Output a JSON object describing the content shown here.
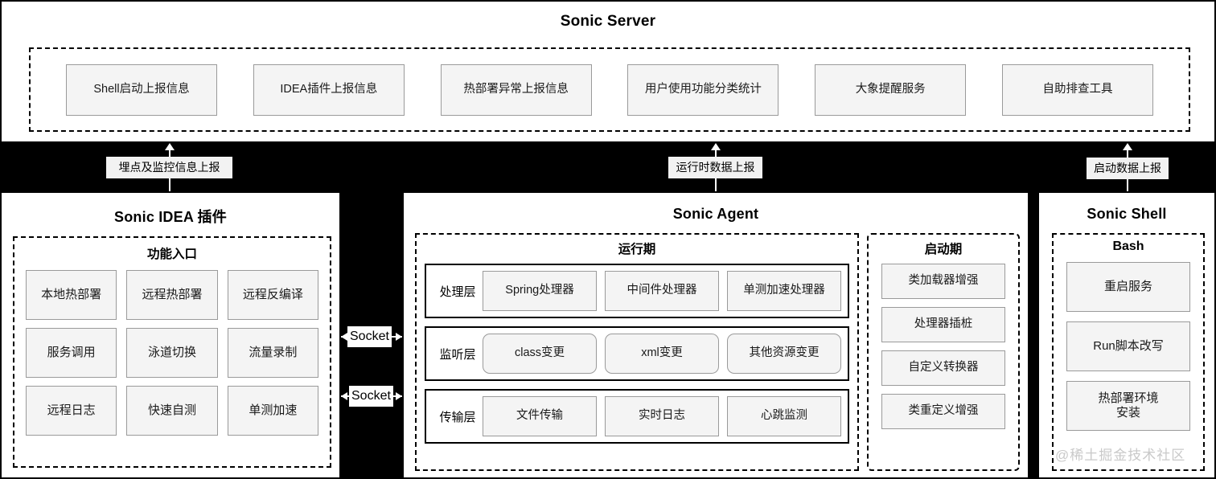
{
  "server": {
    "title": "Sonic Server",
    "items": [
      {
        "label": "Shell启动上报信息"
      },
      {
        "label": "IDEA插件上报信息"
      },
      {
        "label": "热部署异常上报信息"
      },
      {
        "label": "用户使用功能分类统计"
      },
      {
        "label": "大象提醒服务"
      },
      {
        "label": "自助排查工具"
      }
    ]
  },
  "links": {
    "idea_to_server": "埋点及监控信息上报",
    "agent_to_server": "运行时数据上报",
    "shell_to_server": "启动数据上报",
    "socket_upper": "Socket",
    "socket_lower": "Socket"
  },
  "idea": {
    "title": "Sonic IDEA 插件",
    "group_title": "功能入口",
    "items": [
      {
        "label": "本地热部署"
      },
      {
        "label": "远程热部署"
      },
      {
        "label": "远程反编译"
      },
      {
        "label": "服务调用"
      },
      {
        "label": "泳道切换"
      },
      {
        "label": "流量录制"
      },
      {
        "label": "远程日志"
      },
      {
        "label": "快速自测"
      },
      {
        "label": "单测加速"
      }
    ]
  },
  "agent": {
    "title": "Sonic Agent",
    "runtime": {
      "title": "运行期",
      "layers": [
        {
          "name": "处理层",
          "rounded": false,
          "items": [
            {
              "label": "Spring处理器"
            },
            {
              "label": "中间件处理器"
            },
            {
              "label": "单测加速处理器"
            }
          ]
        },
        {
          "name": "监听层",
          "rounded": true,
          "items": [
            {
              "label": "class变更"
            },
            {
              "label": "xml变更"
            },
            {
              "label": "其他资源变更"
            }
          ]
        },
        {
          "name": "传输层",
          "rounded": false,
          "items": [
            {
              "label": "文件传输"
            },
            {
              "label": "实时日志"
            },
            {
              "label": "心跳监测"
            }
          ]
        }
      ]
    },
    "startup": {
      "title": "启动期",
      "items": [
        {
          "label": "类加载器增强"
        },
        {
          "label": "处理器插桩"
        },
        {
          "label": "自定义转换器"
        },
        {
          "label": "类重定义增强"
        }
      ]
    }
  },
  "shell": {
    "title": "Sonic Shell",
    "group_title": "Bash",
    "items": [
      {
        "label": "重启服务"
      },
      {
        "label": "Run脚本改写"
      },
      {
        "label": "热部署环境\n安装"
      }
    ]
  },
  "watermark": "@稀土掘金技术社区",
  "colors": {
    "background": "#000000",
    "panel": "#ffffff",
    "cell_fill": "#f4f4f4",
    "cell_border": "#9a9a9a",
    "stroke": "#000000"
  }
}
